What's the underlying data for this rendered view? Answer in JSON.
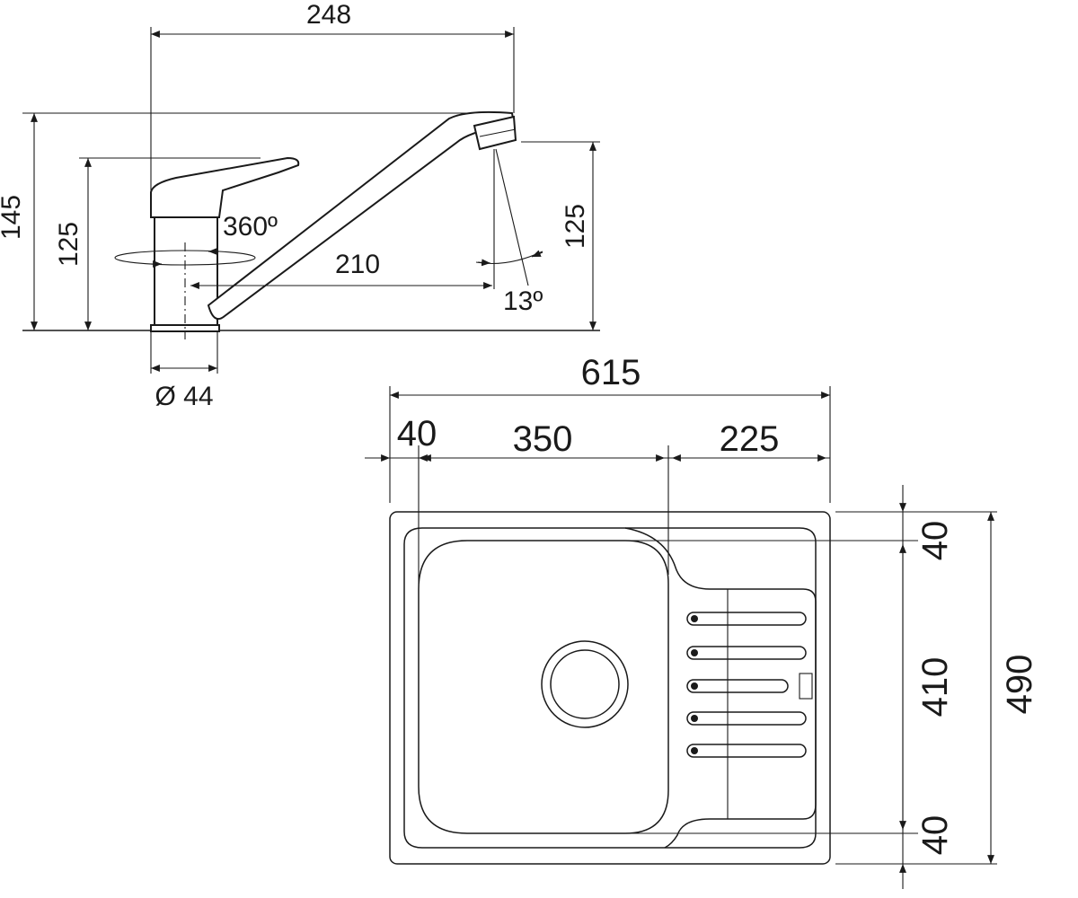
{
  "colors": {
    "line": "#1a1a1a",
    "background": "#ffffff"
  },
  "faucet": {
    "reach": "248",
    "height_total": "145",
    "height_body": "125",
    "rotation": "360º",
    "spout_reach": "210",
    "spout_height": "125",
    "spray_angle": "13º",
    "base_diameter": "Ø 44"
  },
  "sink": {
    "width_total": "615",
    "offset_left": "40",
    "bowl_width": "350",
    "drainer_width": "225",
    "margin_top": "40",
    "bowl_depth": "410",
    "margin_bottom": "40",
    "depth_total": "490"
  }
}
